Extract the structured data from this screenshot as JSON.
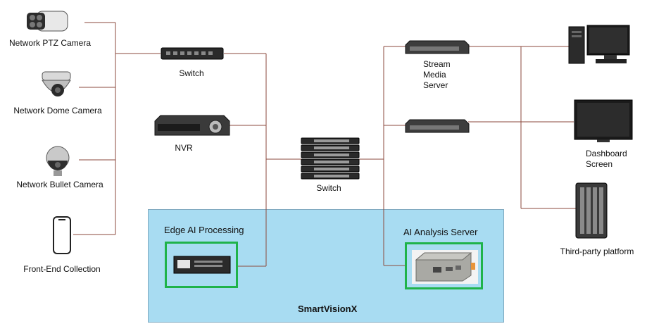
{
  "devices": {
    "ptz_camera": "Network PTZ Camera",
    "dome_camera": "Network Dome Camera",
    "bullet_camera": "Network Bullet Camera",
    "front_end": "Front-End Collection",
    "switch_top": "Switch",
    "nvr": "NVR",
    "switch_core": "Switch",
    "stream_server": [
      "Stream",
      "Media",
      "Server"
    ],
    "dashboard": [
      "Dashboard",
      "Screen"
    ],
    "third_party": "Third-party platform"
  },
  "zone": {
    "name": "SmartVisionX",
    "edge": "Edge AI Processing",
    "analysis": "AI Analysis Server"
  },
  "colors": {
    "link": "#8b4a3c",
    "zone_fill": "#a8dcf2",
    "highlight": "#1fb34a"
  }
}
